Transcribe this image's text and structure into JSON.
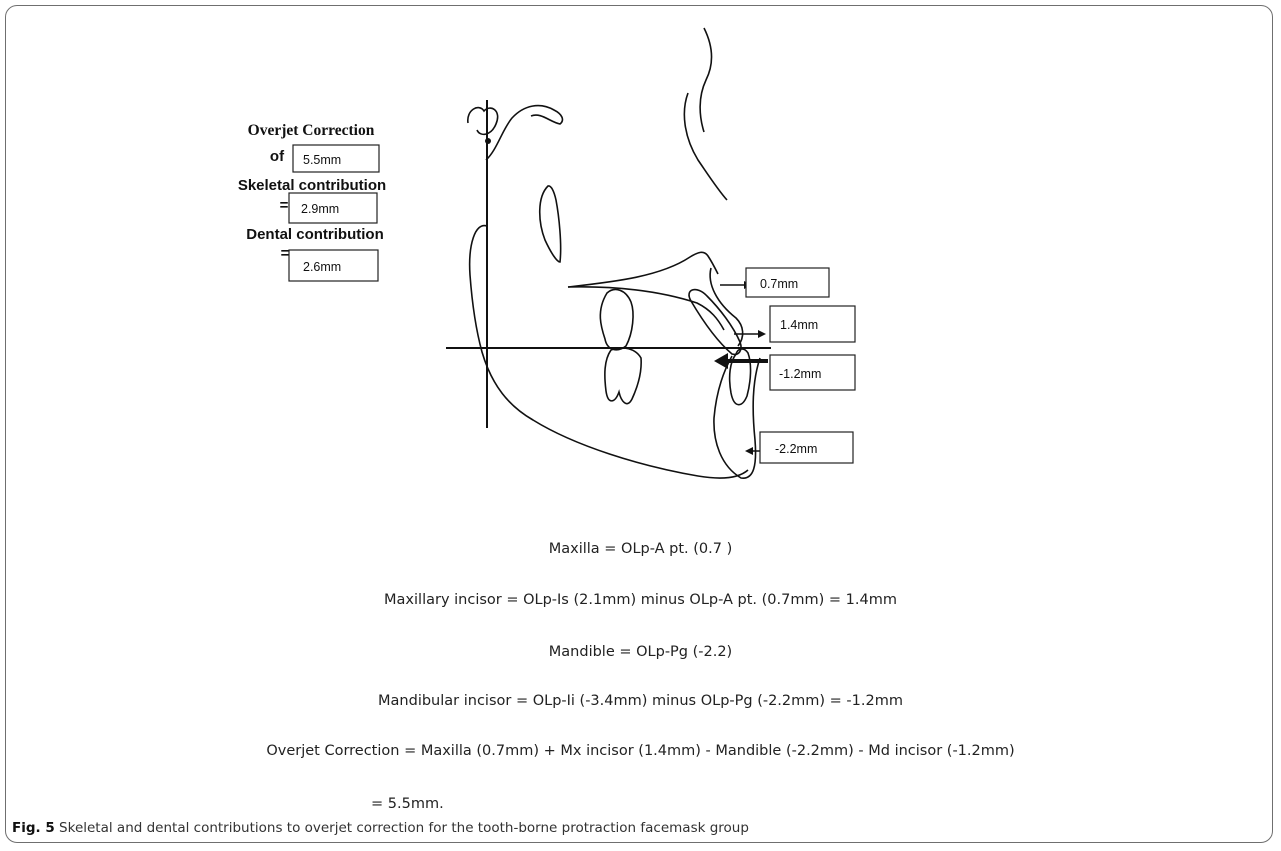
{
  "summary": {
    "overjet_heading": "Overjet Correction",
    "of_label": "of",
    "overjet_value": "5.5mm",
    "skeletal_heading": "Skeletal contribution",
    "eq_label": "=",
    "skeletal_value": "2.9mm",
    "dental_heading": "Dental contribution",
    "dental_value": "2.6mm"
  },
  "measurements": {
    "maxilla": "0.7mm",
    "maxillary_incisor": "1.4mm",
    "mandibular_incisor": "-1.2mm",
    "mandible": "-2.2mm"
  },
  "equations": [
    "Maxilla = OLp-A pt. (0.7 )",
    "Maxillary incisor = OLp-Is (2.1mm) minus OLp-A pt. (0.7mm) = 1.4mm",
    "Mandible = OLp-Pg (-2.2)",
    "Mandibular incisor = OLp-Ii (-3.4mm) minus OLp-Pg (-2.2mm) = -1.2mm",
    "Overjet Correction = Maxilla (0.7mm) + Mx incisor (1.4mm) - Mandible (-2.2mm) - Md incisor (-1.2mm)"
  ],
  "result": "= 5.5mm.",
  "caption": {
    "label": "Fig. 5",
    "text": " Skeletal and dental contributions to overjet correction for the tooth-borne protraction facemask group"
  }
}
